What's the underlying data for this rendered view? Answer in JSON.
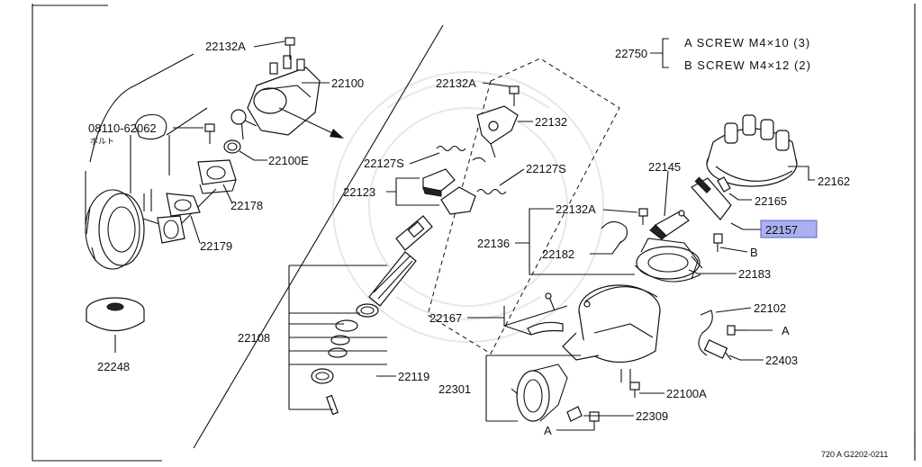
{
  "diagram": {
    "part_labels": {
      "p22132a_top": "22132A",
      "p22100": "22100",
      "p08110": "08110-62062",
      "p08110_sub": "ボルト",
      "p22100e": "22100E",
      "p22178": "22178",
      "p22179": "22179",
      "p22248": "22248",
      "p22132a_mid": "22132A",
      "p22132": "22132",
      "p22127s_left": "22127S",
      "p22127s_right": "22127S",
      "p22123": "22123",
      "p22108": "22108",
      "p22119": "22119",
      "p22301": "22301",
      "p22145": "22145",
      "p22132a_right": "22132A",
      "p22136": "22136",
      "p22182": "22182",
      "p22183": "22183",
      "p22167": "22167",
      "p22102": "22102",
      "p22403": "22403",
      "p22100a": "22100A",
      "p22309": "22309",
      "p22162": "22162",
      "p22165": "22165",
      "p22157": "22157",
      "a_mid": "A",
      "a_bottom": "A",
      "b_right": "B"
    },
    "screw_legend": {
      "ref": "22750",
      "line_a": "A SCREW M4×10 (3)",
      "line_b": "B SCREW M4×12 (2)"
    },
    "footer_code": "720 A G2202-0211",
    "highlight_color": "#aab0f0"
  }
}
